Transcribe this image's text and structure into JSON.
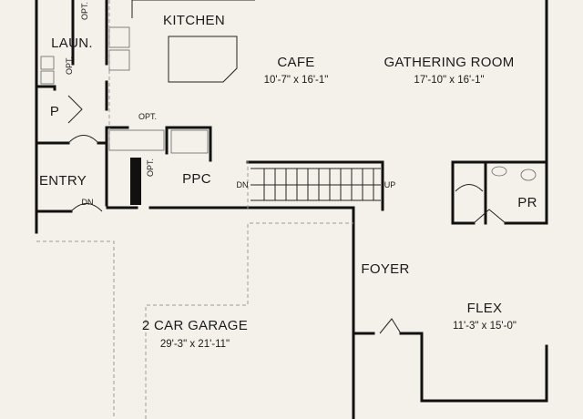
{
  "rooms": {
    "kitchen": {
      "name": "KITCHEN"
    },
    "laundry": {
      "name": "LAUN."
    },
    "pantry": {
      "name": "P"
    },
    "cafe": {
      "name": "CAFE",
      "size": "10'-7\" x 16'-1\""
    },
    "gathering_room": {
      "name": "GATHERING ROOM",
      "size": "17'-10\" x 16'-1\""
    },
    "entry": {
      "name": "ENTRY"
    },
    "ppc": {
      "name": "PPC"
    },
    "powder_room": {
      "name": "PR"
    },
    "foyer": {
      "name": "FOYER"
    },
    "flex": {
      "name": "FLEX",
      "size": "11'-3\" x 15'-0\""
    },
    "garage": {
      "name": "2 CAR GARAGE",
      "size": "29'-3\" x 21'-11\""
    }
  },
  "notes": {
    "opt_laundry": "OPT.",
    "opt_kitchen": "OPT.",
    "opt_ppc": "OPT.",
    "opt_side": "OPT."
  },
  "stairs": {
    "down_left": "DN",
    "up_right": "UP",
    "entry_down": "DN"
  }
}
